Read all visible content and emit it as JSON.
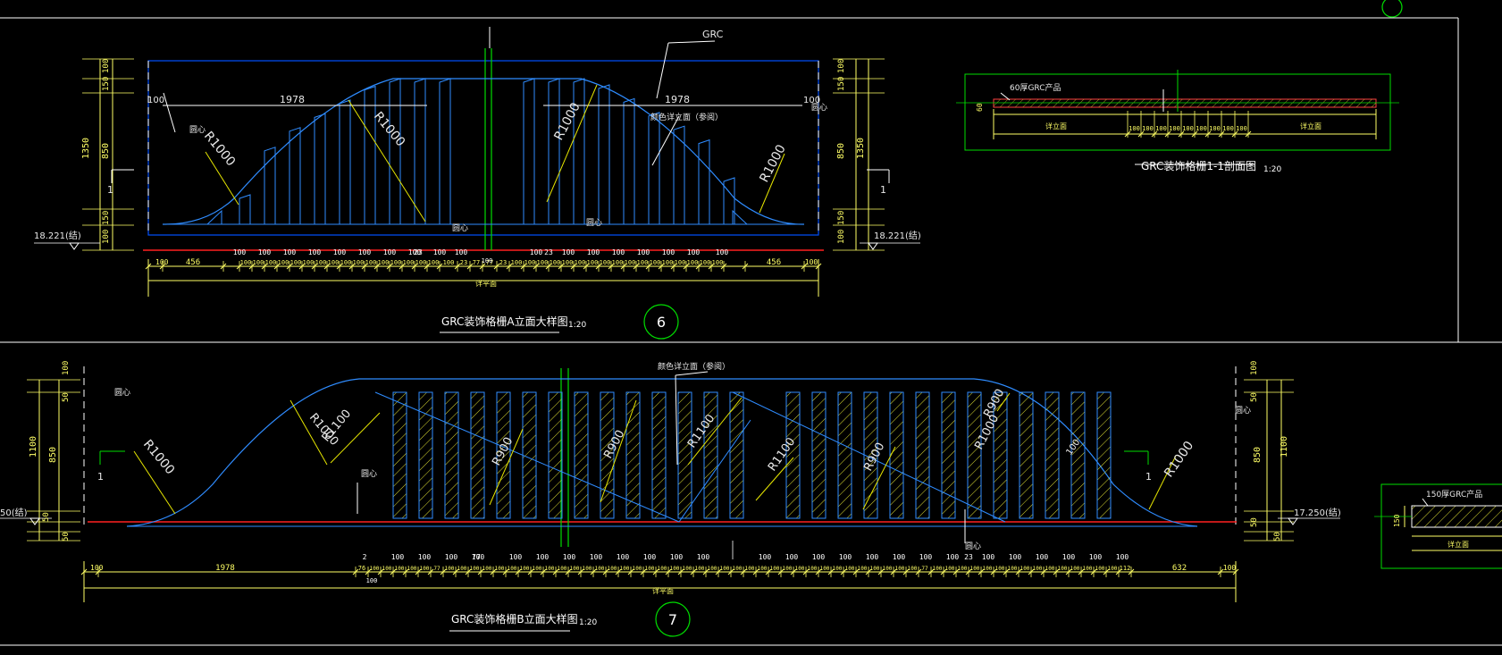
{
  "drawings": {
    "a": {
      "title": "GRC装饰格栅A立面大样图",
      "scale": "1:20",
      "number": "6",
      "material_note": "GRC",
      "r_labels": [
        "R1000",
        "R1000",
        "R1000",
        "R1000"
      ],
      "width_left": "1978",
      "width_right": "1978",
      "edge_100": "100",
      "left_dims": [
        "100",
        "150",
        "850",
        "150",
        "100"
      ],
      "left_total": "1350",
      "right_dims": [
        "100",
        "150",
        "850",
        "150",
        "100"
      ],
      "right_total": "1350",
      "elev_left": "18.221(结)",
      "elev_right": "18.221(结)",
      "bottom_first": "456",
      "bottom_last": "456",
      "bottom_100": "100",
      "bottom_23": "23",
      "bottom_77": "77",
      "overall_label": "详平面",
      "section_mark": "1",
      "center_note": "圆心",
      "face_note": "颜色详立面（参阅）"
    },
    "section": {
      "title": "GRC装饰格栅1-1剖面图",
      "scale": "1:20",
      "note": "60厚GRC产品",
      "dim_60": "60",
      "side_left": "详立面",
      "side_right": "详立面",
      "mid_100": "100"
    },
    "b": {
      "title": "GRC装饰格栅B立面大样图",
      "scale": "1:20",
      "number": "7",
      "face_note": "颜色详立面（参阅）",
      "r_labels": [
        "R1000",
        "R1000",
        "R1100",
        "R900",
        "R900",
        "R1100",
        "R1100",
        "R900",
        "R1000",
        "R900",
        "R1000"
      ],
      "center_note": "圆心",
      "left_dims": [
        "100",
        "50",
        "850",
        "50",
        "50"
      ],
      "left_total": "1100",
      "right_dims": [
        "100",
        "50",
        "850",
        "50",
        "50"
      ],
      "right_total": "1100",
      "elev_left": "50(结)",
      "elev_right": "17.250(结)",
      "width_left": "1978",
      "width_right": "632",
      "edge_100": "100",
      "d_2": "2",
      "d_76": "76",
      "d_77": "77",
      "d_23": "23",
      "d_112": "112",
      "d_100": "100",
      "sub_100": "100",
      "overall_label": "详平面",
      "section_mark": "1",
      "label_100": "100"
    },
    "partial": {
      "note": "150厚GRC产品",
      "dim_150": "150",
      "side": "详立面"
    }
  },
  "colors": {
    "background": "#000000",
    "outline": "#0050ff",
    "panel": "#2f8cff",
    "dimension": "#ffff66",
    "leader": "#e6e600",
    "baseline": "#ff2020",
    "center": "#00dd00",
    "hatch": "#dddd33",
    "text": "#ffffff",
    "frame": "#ffffff",
    "section_fill": "#ff4040"
  }
}
